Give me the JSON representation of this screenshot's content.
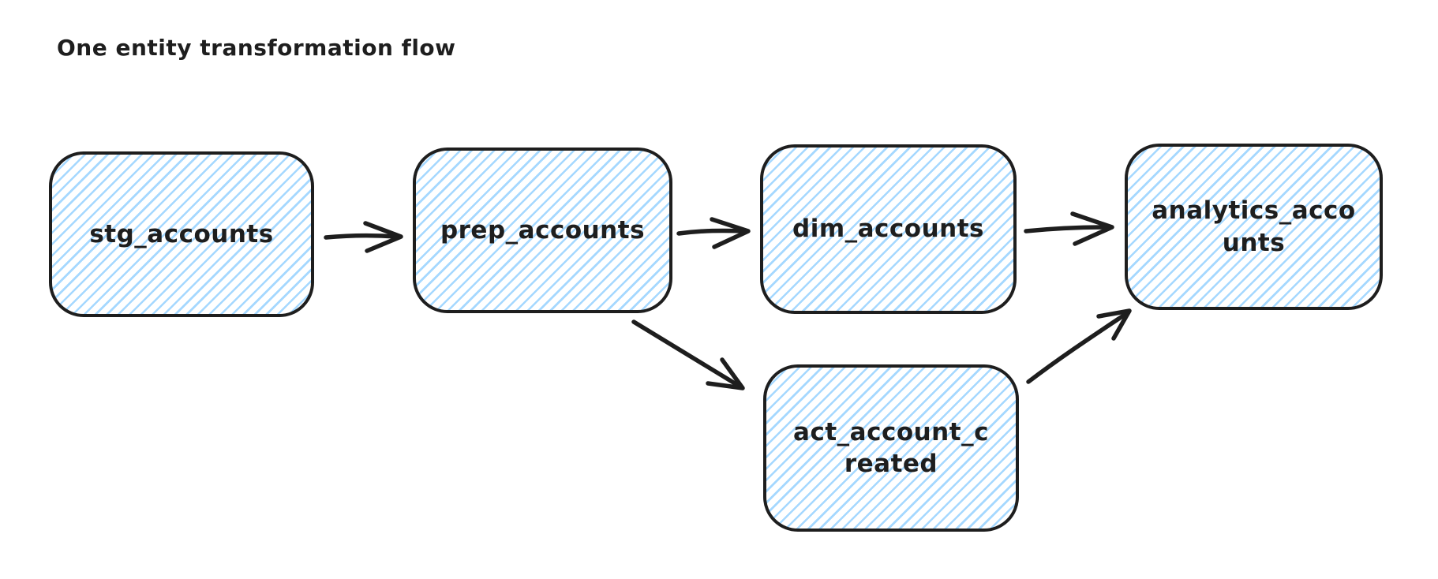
{
  "title": "One entity transformation flow",
  "colors": {
    "stroke": "#1e1e1e",
    "node_hatch_fill": "#a5d8ff",
    "background": "#ffffff"
  },
  "diagram": {
    "nodes": [
      {
        "id": "stg_accounts",
        "label": "stg_accounts",
        "display": "stg_accounts"
      },
      {
        "id": "prep_accounts",
        "label": "prep_accounts",
        "display": "prep_accounts"
      },
      {
        "id": "dim_accounts",
        "label": "dim_accounts",
        "display": "dim_accounts"
      },
      {
        "id": "analytics_accounts",
        "label": "analytics_accounts",
        "display": "analytics_acco\nunts"
      },
      {
        "id": "act_account_created",
        "label": "act_account_created",
        "display": "act_account_c\nreated"
      }
    ],
    "edges": [
      {
        "from": "stg_accounts",
        "to": "prep_accounts"
      },
      {
        "from": "prep_accounts",
        "to": "dim_accounts"
      },
      {
        "from": "dim_accounts",
        "to": "analytics_accounts"
      },
      {
        "from": "prep_accounts",
        "to": "act_account_created"
      },
      {
        "from": "act_account_created",
        "to": "analytics_accounts"
      }
    ]
  }
}
